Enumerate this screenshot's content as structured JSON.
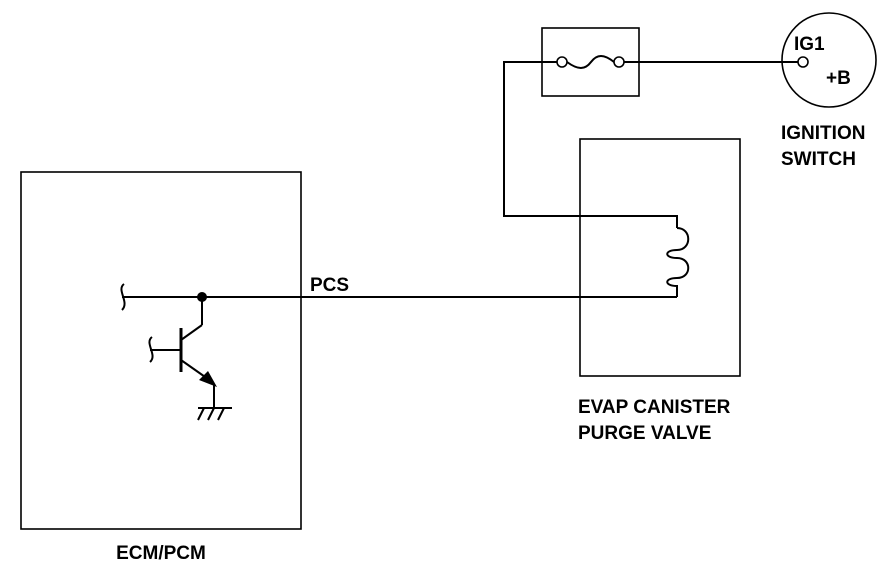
{
  "labels": {
    "ecm": "ECM/PCM",
    "pcs": "PCS",
    "valve_line1": "EVAP CANISTER",
    "valve_line2": "PURGE VALVE",
    "switch_line1": "IGNITION",
    "switch_line2": "SWITCH",
    "ig1": "IG1",
    "plus_b": "+B"
  },
  "colors": {
    "ink": "#000000",
    "background": "#ffffff"
  }
}
